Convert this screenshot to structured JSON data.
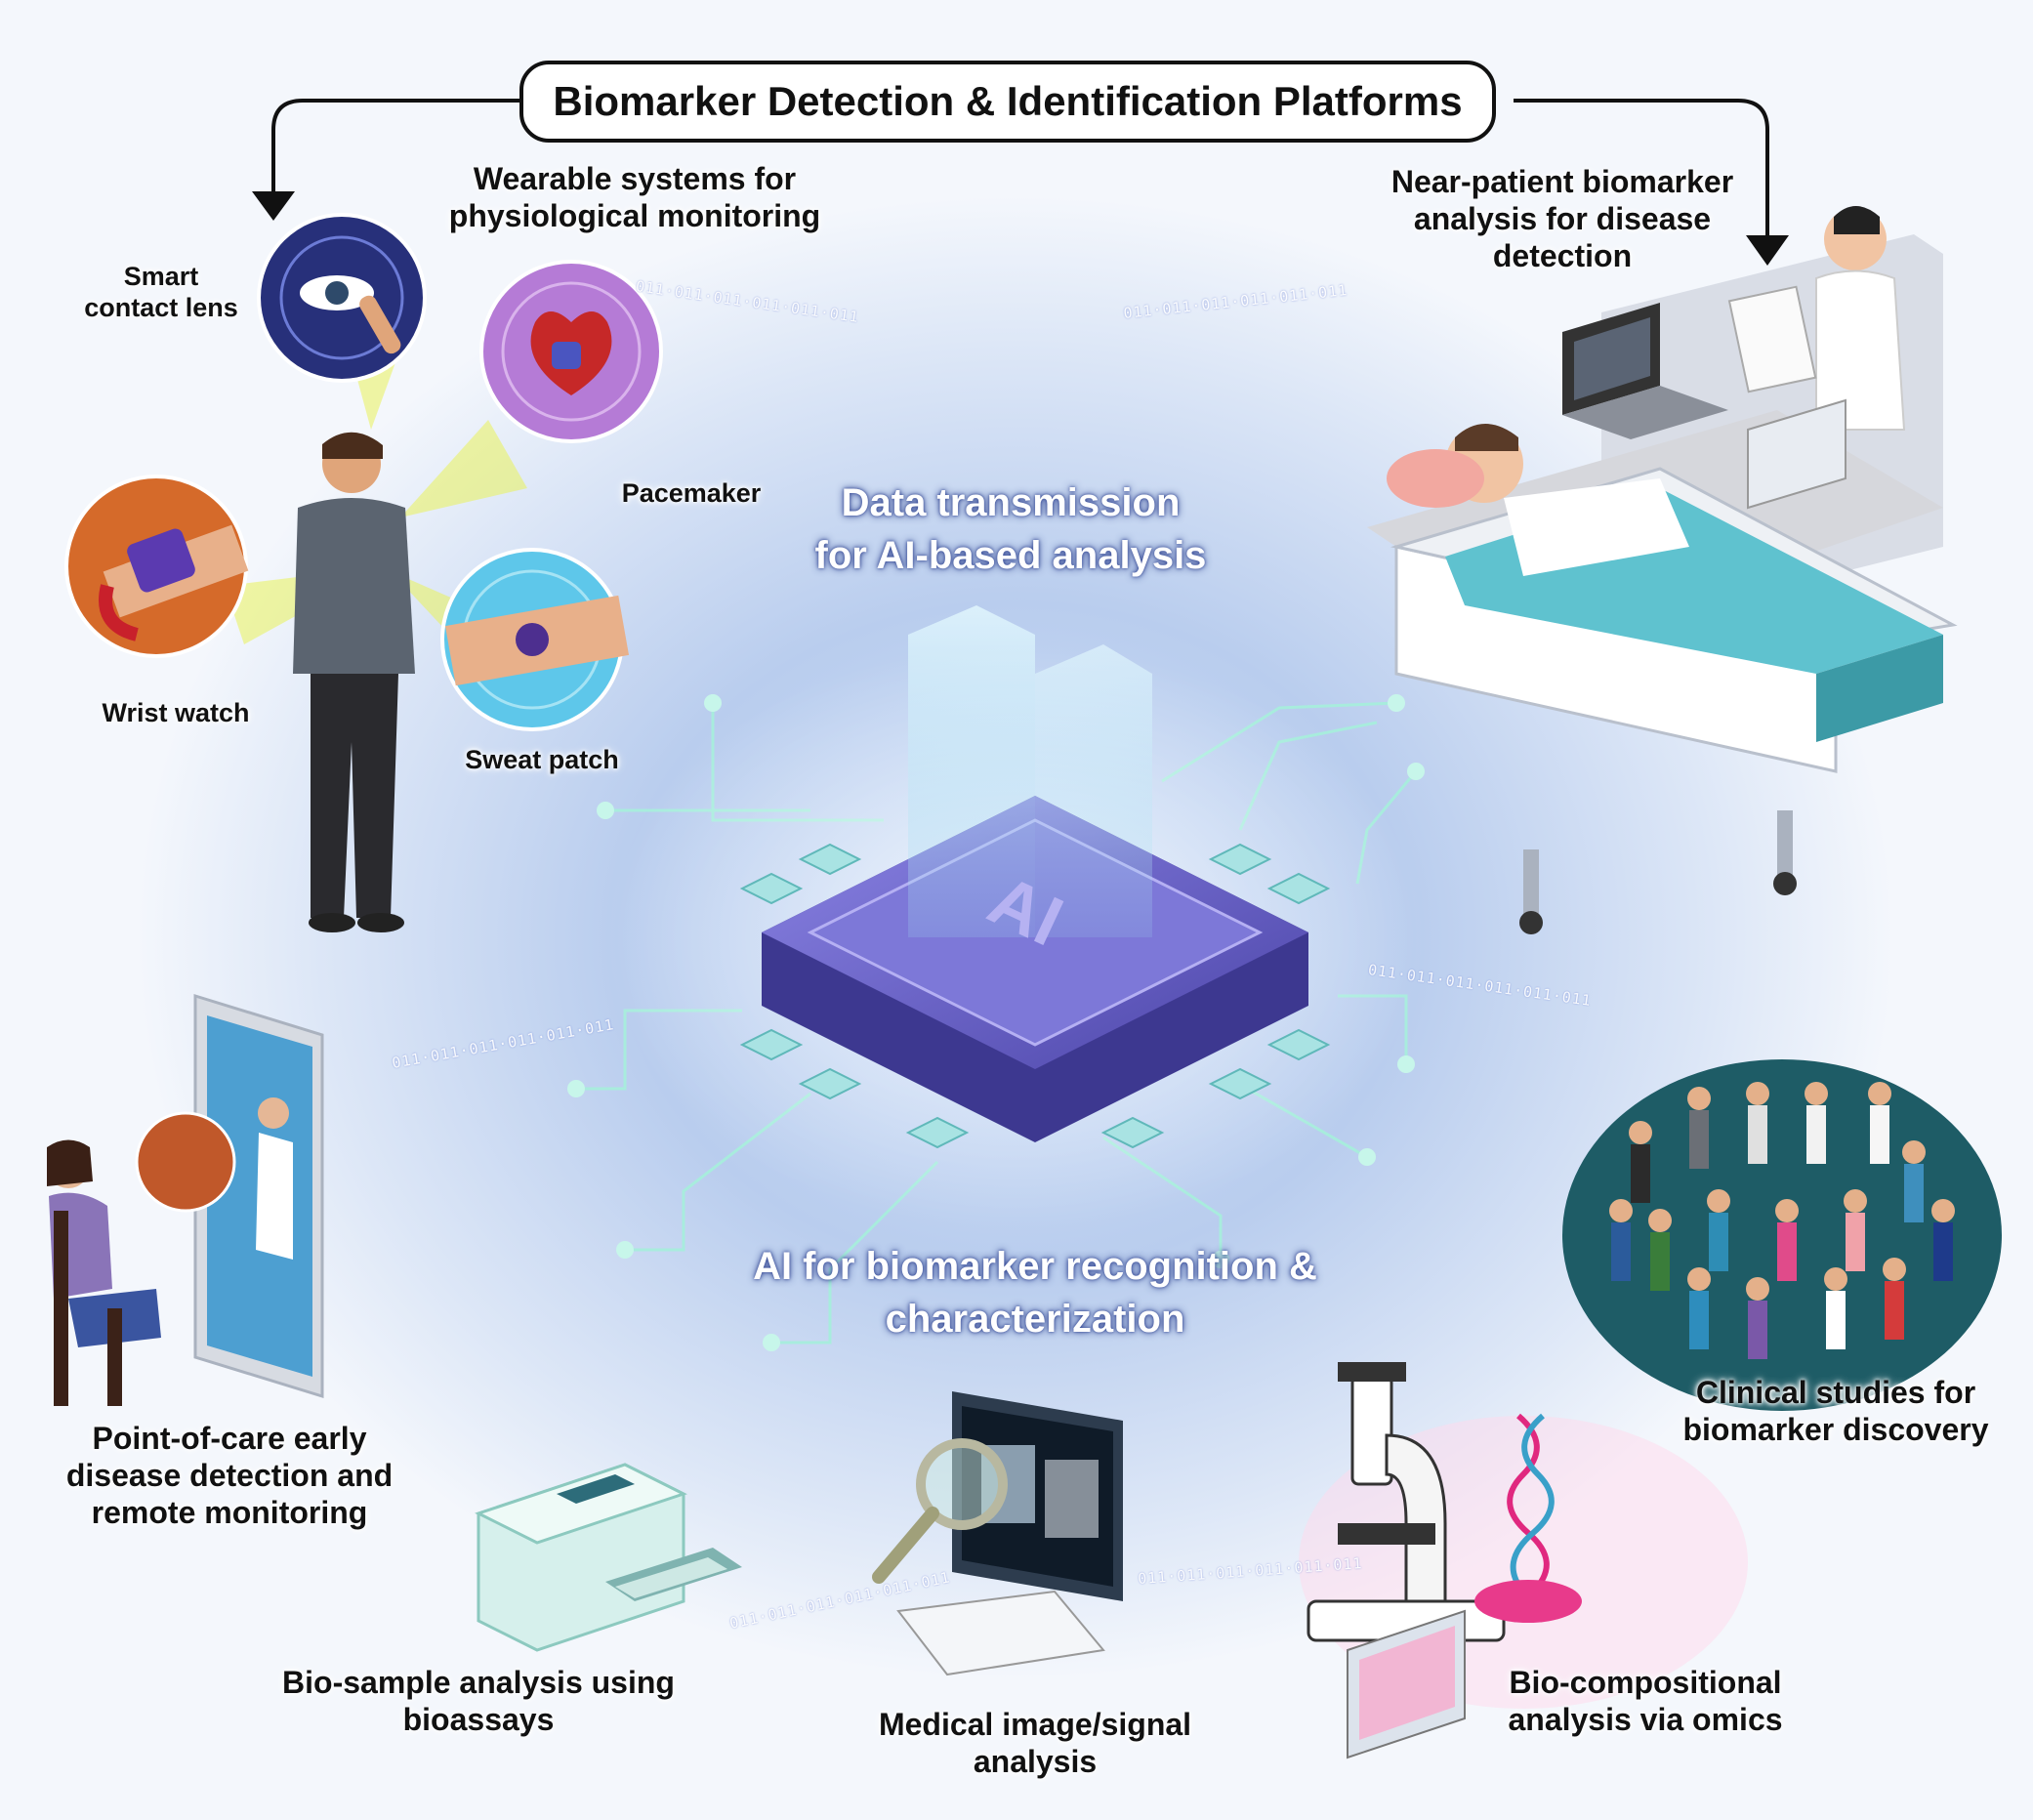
{
  "title": "Biomarker Detection & Identification Platforms",
  "center": {
    "transmission_line1": "Data transmission",
    "transmission_line2": "for AI-based analysis",
    "chip_label": "AI",
    "recognition_line1": "AI for biomarker recognition &",
    "recognition_line2": "characterization"
  },
  "wearables": {
    "heading_line1": "Wearable systems for",
    "heading_line2": "physiological monitoring",
    "lens_line1": "Smart",
    "lens_line2": "contact lens",
    "pacemaker": "Pacemaker",
    "watch": "Wrist watch",
    "sweat": "Sweat patch"
  },
  "near_patient": {
    "line1": "Near-patient biomarker",
    "line2": "analysis for disease",
    "line3": "detection"
  },
  "clinical": {
    "line1": "Clinical studies for",
    "line2": "biomarker discovery"
  },
  "omics": {
    "line1": "Bio-compositional",
    "line2": "analysis via omics"
  },
  "imaging": {
    "line1": "Medical image/signal",
    "line2": "analysis"
  },
  "bioassay": {
    "line1": "Bio-sample analysis using",
    "line2": "bioassays"
  },
  "poc": {
    "line1": "Point-of-care early",
    "line2": "disease detection and",
    "line3": "remote monitoring"
  },
  "binary_stream": "011·011·011·011·011·011",
  "colors": {
    "chip_top": "#6f63c9",
    "chip_side": "#3f3a93",
    "circuit": "#9fe7d8",
    "accent_red": "#d8393b",
    "accent_teal": "#2f8f8f"
  }
}
